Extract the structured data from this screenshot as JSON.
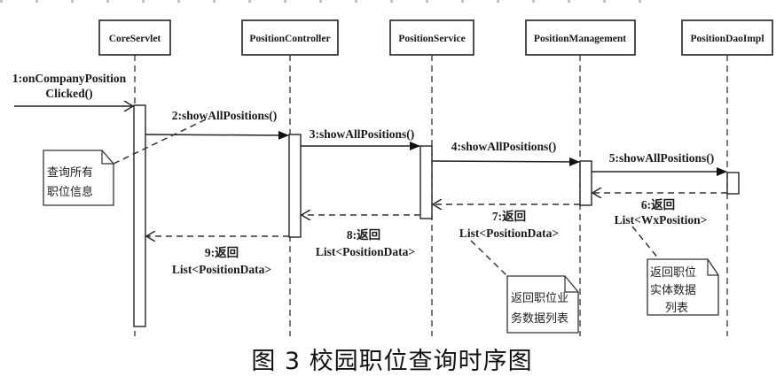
{
  "diagram": {
    "type": "uml-sequence-diagram",
    "lifelines": [
      {
        "id": "core",
        "label": "CoreServlet"
      },
      {
        "id": "ctrl",
        "label": "PositionController"
      },
      {
        "id": "svc",
        "label": "PositionService"
      },
      {
        "id": "mgmt",
        "label": "PositionManagement"
      },
      {
        "id": "dao",
        "label": "PositionDaoImpl"
      }
    ],
    "messages": [
      {
        "seq": 1,
        "from": "external",
        "to": "core",
        "kind": "call",
        "lines": [
          "1:onCompanyPosition",
          "Clicked()"
        ]
      },
      {
        "seq": 2,
        "from": "core",
        "to": "ctrl",
        "kind": "call",
        "lines": [
          "2:showAllPositions()"
        ]
      },
      {
        "seq": 3,
        "from": "ctrl",
        "to": "svc",
        "kind": "call",
        "lines": [
          "3:showAllPositions()"
        ]
      },
      {
        "seq": 4,
        "from": "svc",
        "to": "mgmt",
        "kind": "call",
        "lines": [
          "4:showAllPositions()"
        ]
      },
      {
        "seq": 5,
        "from": "mgmt",
        "to": "dao",
        "kind": "call",
        "lines": [
          "5:showAllPositions()"
        ]
      },
      {
        "seq": 6,
        "from": "dao",
        "to": "mgmt",
        "kind": "return",
        "lines": [
          "6:返回",
          "List<WxPosition>"
        ]
      },
      {
        "seq": 7,
        "from": "mgmt",
        "to": "svc",
        "kind": "return",
        "lines": [
          "7:返回",
          "List<PositionData>"
        ]
      },
      {
        "seq": 8,
        "from": "svc",
        "to": "ctrl",
        "kind": "return",
        "lines": [
          "8:返回",
          "List<PositionData>"
        ]
      },
      {
        "seq": 9,
        "from": "ctrl",
        "to": "core",
        "kind": "return",
        "lines": [
          "9:返回",
          "List<PositionData>"
        ]
      }
    ],
    "notes": [
      {
        "id": "note-query",
        "lines": [
          "查询所有",
          "职位信息"
        ],
        "attached_to": "2:showAllPositions()"
      },
      {
        "id": "note-biz",
        "lines": [
          "返回职位业",
          "务数据列表"
        ],
        "attached_to": "7:返回 List<PositionData>"
      },
      {
        "id": "note-entity",
        "lines": [
          "返回职位",
          "实体数据",
          "列表"
        ],
        "attached_to": "6:返回 List<WxPosition>"
      }
    ]
  },
  "caption": "图 3  校园职位查询时序图"
}
